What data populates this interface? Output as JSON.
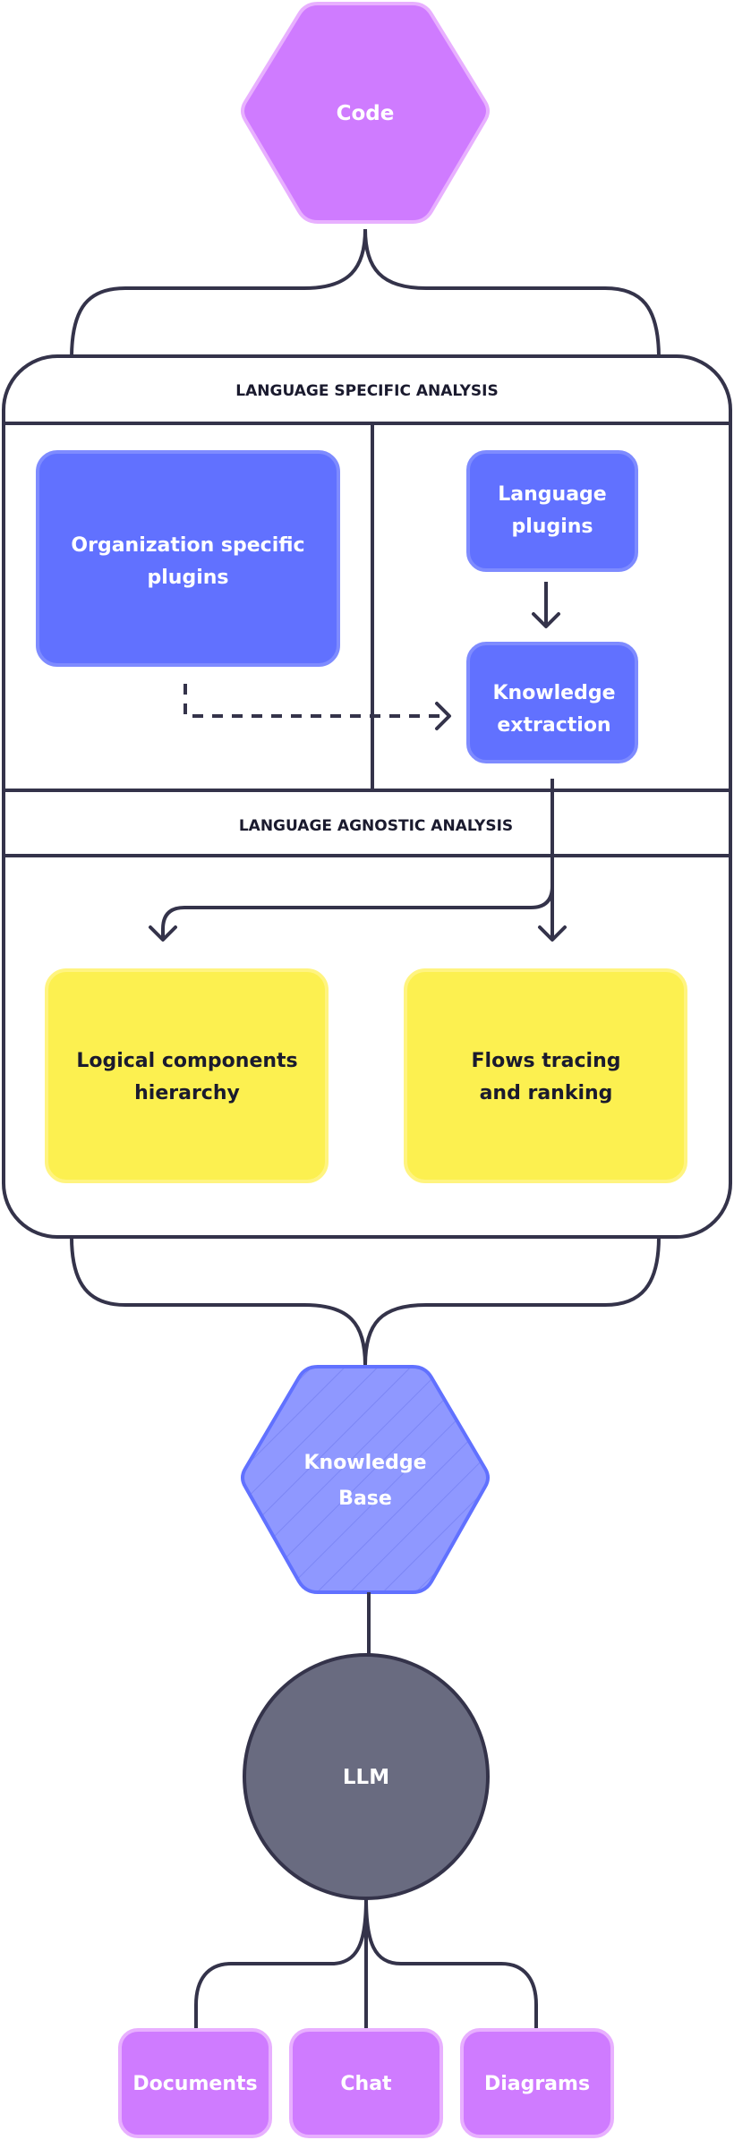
{
  "colors": {
    "stroke": "#34334a",
    "purple": "#cf7bff",
    "purple_border": "#e8b0ff",
    "blue": "#6171ff",
    "blue_border": "#7e8bff",
    "kb_fill": "#8f98ff",
    "yellow": "#fcf050",
    "yellow_border": "#fff480",
    "llm_fill": "#696b80",
    "white": "#ffffff",
    "dark_text": "#1a1a2e"
  },
  "nodes": {
    "code": "Code",
    "lang_specific_header": "LANGUAGE SPECIFIC ANALYSIS",
    "org_plugins": [
      "Organization specific",
      "plugins"
    ],
    "lang_plugins": [
      "Language",
      "plugins"
    ],
    "knowledge_extraction": [
      "Knowledge",
      "extraction"
    ],
    "lang_agnostic_header": "LANGUAGE AGNOSTIC ANALYSIS",
    "logical_components": [
      "Logical components",
      "hierarchy"
    ],
    "flows_tracing": [
      "Flows tracing",
      "and ranking"
    ],
    "knowledge_base": [
      "Knowledge",
      "Base"
    ],
    "llm": "LLM",
    "documents": "Documents",
    "chat": "Chat",
    "diagrams": "Diagrams"
  }
}
